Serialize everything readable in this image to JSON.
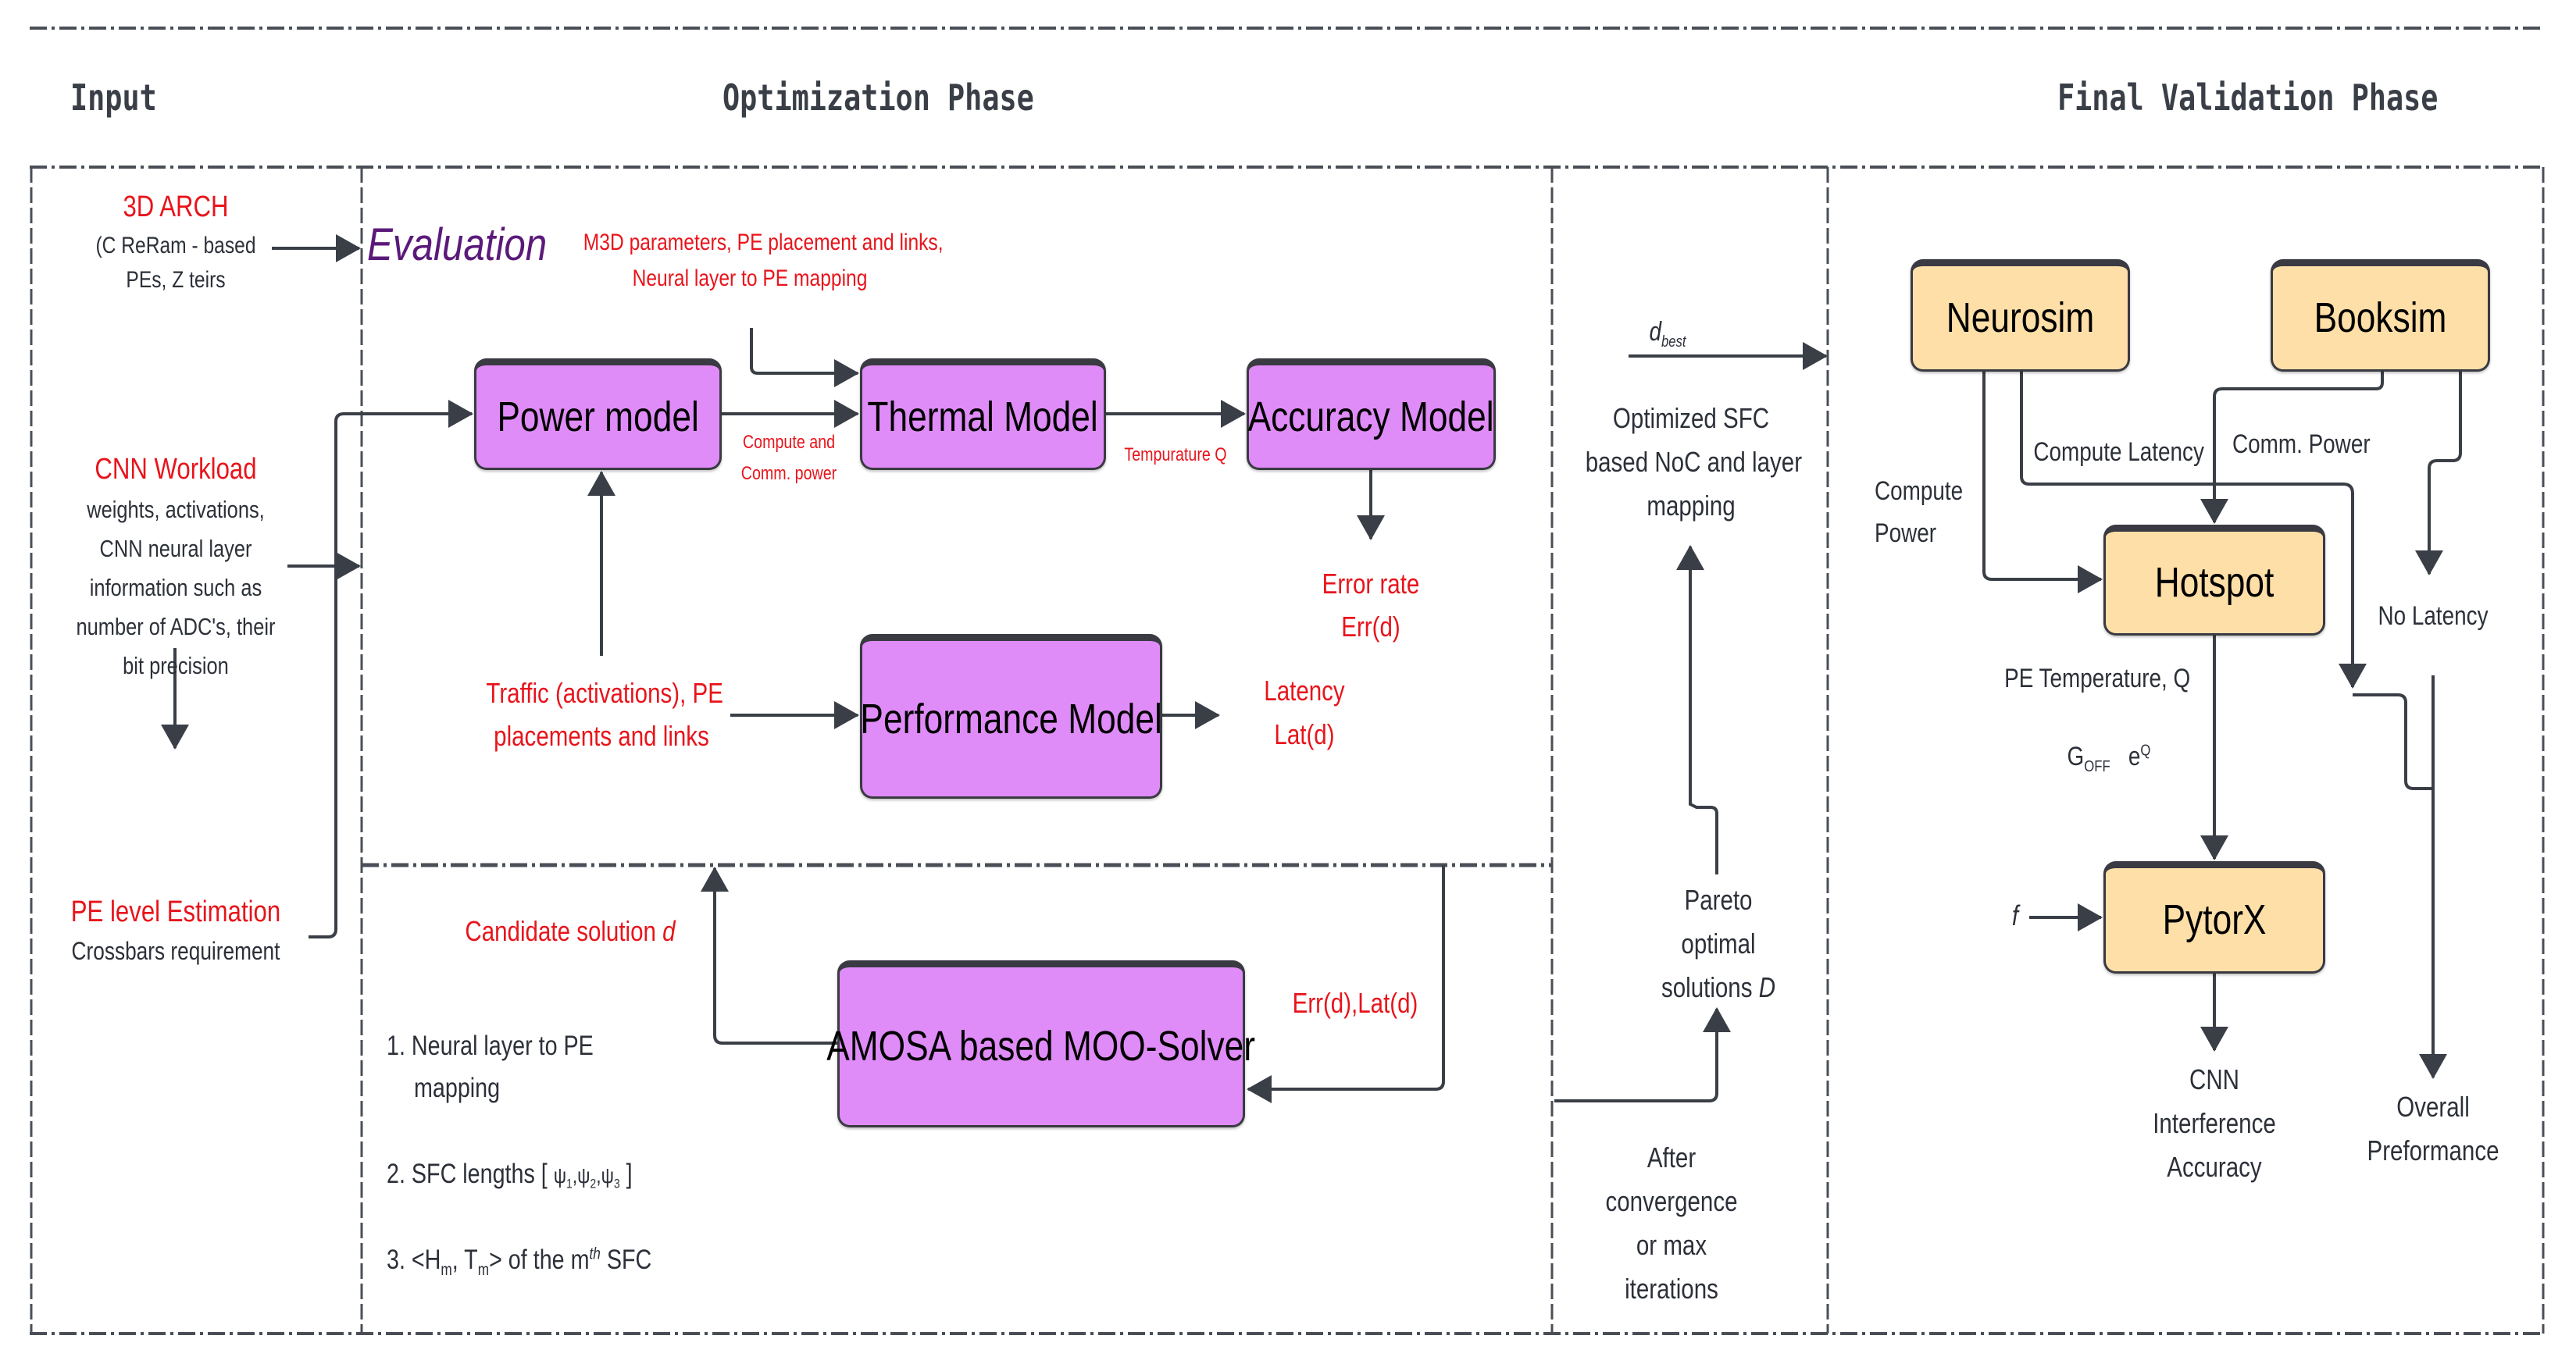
{
  "headers": {
    "input": "Input",
    "optimization": "Optimization Phase",
    "validation": "Final Validation Phase"
  },
  "input_column": {
    "arch_title": "3D ARCH",
    "arch_desc_1": "(C ReRam - based",
    "arch_desc_2": "PEs, Z teirs",
    "workload_title": "CNN Workload",
    "workload_desc": [
      "weights, activations,",
      "CNN neural layer",
      "information such as",
      "number of ADC's,  their",
      "bit precision"
    ],
    "pe_title": "PE level Estimation",
    "pe_desc": "Crossbars requirement"
  },
  "evaluation": {
    "title": "Evaluation",
    "params_1": "M3D parameters, PE placement and links,",
    "params_2": "Neural layer to PE mapping",
    "power_model": "Power model",
    "thermal_model": "Thermal Model",
    "accuracy_model": "Accuracy Model",
    "performance_model": "Performance Model",
    "compute_comm_1": "Compute and",
    "compute_comm_2": "Comm. power",
    "temperature": "Tempurature Q",
    "error_rate_1": "Error rate",
    "error_rate_2": "Err(d)",
    "traffic_1": "Traffic (activations), PE",
    "traffic_2": "placements and links",
    "latency_1": "Latency",
    "latency_2": "Lat(d)"
  },
  "solver": {
    "candidate": "Candidate solution",
    "candidate_var": "d",
    "amosa": "AMOSA based MOO-Solver",
    "err_lat": "Err(d),Lat(d)",
    "item1_a": "1. Neural layer to PE",
    "item1_b": "mapping",
    "item2_prefix": "2. SFC lengths [",
    "item2_psi": "ψ",
    "item2_subs": [
      "1",
      "2",
      "3"
    ],
    "item2_suffix": "]",
    "item3_prefix": "3. <H",
    "item3_sub_m": "m",
    "item3_mid": ", T",
    "item3_mid2": ">  of the m",
    "item3_sup": "th",
    "item3_suffix": " SFC"
  },
  "middle_column": {
    "dbest_main": "d",
    "dbest_sub": "best",
    "optimized": [
      "Optimized SFC",
      "based NoC and layer",
      "mapping"
    ],
    "pareto": [
      "Pareto",
      "optimal",
      "solutions"
    ],
    "pareto_var": "D",
    "after": [
      "After",
      "convergence",
      "or max",
      "iterations"
    ]
  },
  "validation": {
    "neurosim": "Neurosim",
    "booksim": "Booksim",
    "hotspot": "Hotspot",
    "pytorx": "PytorX",
    "compute_latency": "Compute Latency",
    "comm_power": "Comm. Power",
    "compute_power_1": "Compute",
    "compute_power_2": "Power",
    "no_latency": "No Latency",
    "pe_temperature": "PE Temperature, Q",
    "goff_main": "G",
    "goff_sub": "OFF",
    "eq_main": "e",
    "eq_sup": "Q",
    "f_input": "f",
    "cnn_accuracy": [
      "CNN",
      "Interference",
      "Accuracy"
    ],
    "overall": [
      "Overall",
      "Preformance"
    ]
  },
  "colors": {
    "red_text": "#e8141b",
    "purple_box": "#e08cf8",
    "tan_box": "#ffdfa8",
    "evaluation_text": "#5b1a7a",
    "line": "#3a3f47"
  }
}
